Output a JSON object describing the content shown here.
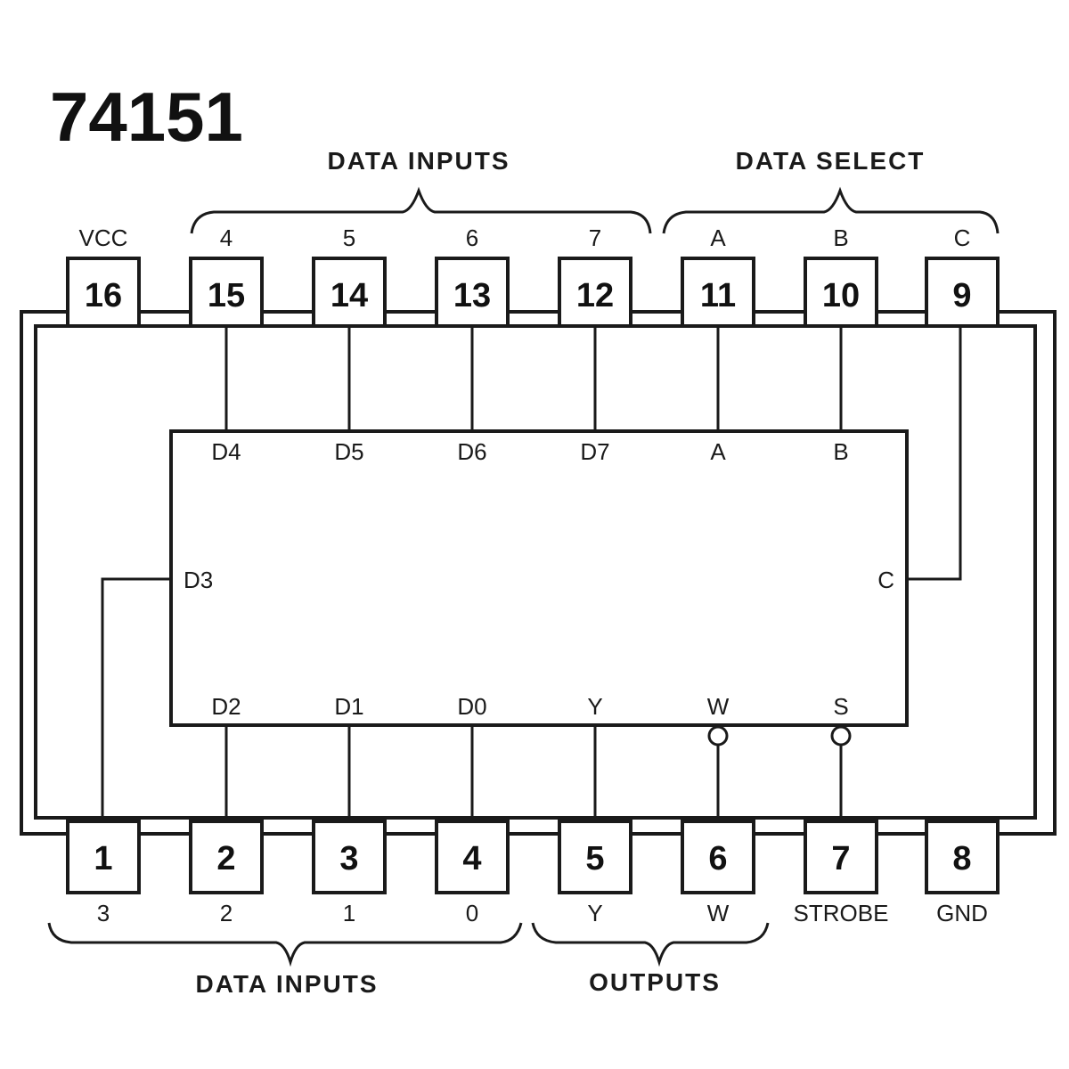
{
  "title": "74151",
  "groups": {
    "top_data_inputs": "DATA INPUTS",
    "top_data_select": "DATA SELECT",
    "bottom_data_inputs": "DATA INPUTS",
    "bottom_outputs": "OUTPUTS"
  },
  "top_pins": [
    {
      "num": "16",
      "label": "VCC",
      "signal": ""
    },
    {
      "num": "15",
      "label": "4",
      "signal": "D4"
    },
    {
      "num": "14",
      "label": "5",
      "signal": "D5"
    },
    {
      "num": "13",
      "label": "6",
      "signal": "D6"
    },
    {
      "num": "12",
      "label": "7",
      "signal": "D7"
    },
    {
      "num": "11",
      "label": "A",
      "signal": "A"
    },
    {
      "num": "10",
      "label": "B",
      "signal": "B"
    },
    {
      "num": "9",
      "label": "C",
      "signal": ""
    }
  ],
  "bottom_pins": [
    {
      "num": "1",
      "label": "3",
      "signal": ""
    },
    {
      "num": "2",
      "label": "2",
      "signal": "D2"
    },
    {
      "num": "3",
      "label": "1",
      "signal": "D1"
    },
    {
      "num": "4",
      "label": "0",
      "signal": "D0"
    },
    {
      "num": "5",
      "label": "Y",
      "signal": "Y"
    },
    {
      "num": "6",
      "label": "W",
      "signal": "W"
    },
    {
      "num": "7",
      "label": "STROBE",
      "signal": "S"
    },
    {
      "num": "8",
      "label": "GND",
      "signal": ""
    }
  ],
  "side_signals": {
    "left": "D3",
    "right": "C"
  }
}
